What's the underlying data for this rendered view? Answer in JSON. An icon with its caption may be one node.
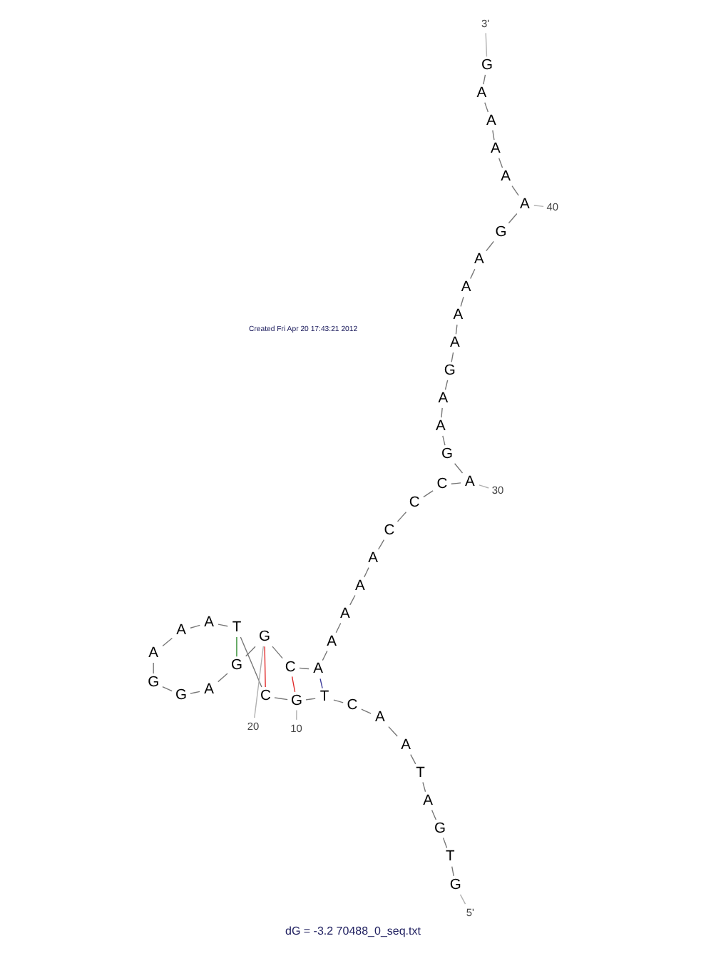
{
  "diagram": {
    "caption": "dG = -3.2 70488_0_seq.txt",
    "nodes": [
      {
        "text": [
          "G"
        ]
      },
      {
        "text": [
          "T"
        ]
      },
      {
        "text": [
          "G"
        ]
      },
      {
        "text": [
          "A"
        ]
      },
      {
        "text": [
          "T"
        ]
      },
      {
        "text": [
          "A"
        ]
      },
      {
        "text": [
          "A"
        ]
      },
      {
        "text": [
          "C"
        ]
      },
      {
        "text": [
          "T"
        ]
      },
      {
        "text": [
          "G"
        ]
      },
      {
        "text": [
          "C"
        ]
      },
      {
        "text": [
          "T"
        ]
      },
      {
        "text": [
          "A"
        ]
      },
      {
        "text": [
          "A"
        ]
      },
      {
        "text": [
          "A"
        ]
      },
      {
        "text": [
          "G"
        ]
      },
      {
        "text": [
          "G"
        ]
      },
      {
        "text": [
          "A"
        ]
      },
      {
        "text": [
          "G"
        ]
      },
      {
        "text": [
          "G"
        ]
      },
      {
        "text": [
          "C"
        ]
      },
      {
        "text": [
          "A"
        ]
      },
      {
        "text": [
          "A"
        ]
      },
      {
        "text": [
          "A"
        ]
      },
      {
        "text": [
          "A"
        ]
      },
      {
        "text": [
          "A"
        ]
      },
      {
        "text": [
          "C"
        ]
      },
      {
        "text": [
          "C"
        ]
      },
      {
        "text": [
          "C"
        ]
      },
      {
        "text": [
          "A"
        ]
      },
      {
        "text": [
          "G"
        ]
      },
      {
        "text": [
          "A"
        ]
      },
      {
        "text": [
          "A"
        ]
      },
      {
        "text": [
          "G"
        ]
      },
      {
        "text": [
          "A"
        ]
      },
      {
        "text": [
          "A"
        ]
      },
      {
        "text": [
          "A"
        ]
      },
      {
        "text": [
          "A"
        ]
      },
      {
        "text": [
          "G"
        ]
      },
      {
        "text": [
          "A"
        ]
      },
      {
        "text": [
          "A"
        ]
      },
      {
        "text": [
          "A"
        ]
      },
      {
        "text": [
          "A"
        ]
      },
      {
        "text": [
          "A"
        ]
      },
      {
        "text": [
          "G"
        ]
      },
      {
        "text": [
          "20"
        ]
      },
      {
        "text": [
          "10"
        ]
      },
      {
        "text": [
          "30"
        ]
      },
      {
        "text": [
          "40"
        ]
      },
      {
        "text": [
          "5'"
        ]
      },
      {
        "text": [
          "3'"
        ]
      }
    ],
    "edges": [
      {
        "from": 0,
        "to": 1,
        "arrow": "none"
      },
      {
        "from": 1,
        "to": 2,
        "arrow": "none"
      },
      {
        "from": 2,
        "to": 3,
        "arrow": "none"
      },
      {
        "from": 3,
        "to": 4,
        "arrow": "none"
      },
      {
        "from": 4,
        "to": 5,
        "arrow": "none"
      },
      {
        "from": 5,
        "to": 6,
        "arrow": "none"
      },
      {
        "from": 6,
        "to": 7,
        "arrow": "none"
      },
      {
        "from": 7,
        "to": 8,
        "arrow": "none"
      },
      {
        "from": 8,
        "to": 9,
        "arrow": "none"
      },
      {
        "from": 9,
        "to": 10,
        "arrow": "none"
      },
      {
        "from": 10,
        "to": 11,
        "arrow": "none"
      },
      {
        "from": 11,
        "to": 12,
        "arrow": "none"
      },
      {
        "from": 12,
        "to": 13,
        "arrow": "none"
      },
      {
        "from": 13,
        "to": 14,
        "arrow": "none"
      },
      {
        "from": 14,
        "to": 15,
        "arrow": "none"
      },
      {
        "from": 15,
        "to": 16,
        "arrow": "none"
      },
      {
        "from": 16,
        "to": 17,
        "arrow": "none"
      },
      {
        "from": 17,
        "to": 18,
        "arrow": "none"
      },
      {
        "from": 18,
        "to": 19,
        "arrow": "none"
      },
      {
        "from": 19,
        "to": 20,
        "arrow": "none"
      },
      {
        "from": 20,
        "to": 21,
        "arrow": "none"
      },
      {
        "from": 21,
        "to": 22,
        "arrow": "none"
      },
      {
        "from": 22,
        "to": 23,
        "arrow": "none"
      },
      {
        "from": 23,
        "to": 24,
        "arrow": "none"
      },
      {
        "from": 24,
        "to": 25,
        "arrow": "none"
      },
      {
        "from": 25,
        "to": 26,
        "arrow": "none"
      },
      {
        "from": 26,
        "to": 27,
        "arrow": "none"
      },
      {
        "from": 27,
        "to": 28,
        "arrow": "none"
      },
      {
        "from": 28,
        "to": 29,
        "arrow": "none"
      },
      {
        "from": 29,
        "to": 30,
        "arrow": "none"
      },
      {
        "from": 30,
        "to": 31,
        "arrow": "none"
      },
      {
        "from": 31,
        "to": 32,
        "arrow": "none"
      },
      {
        "from": 32,
        "to": 33,
        "arrow": "none"
      },
      {
        "from": 33,
        "to": 34,
        "arrow": "none"
      },
      {
        "from": 34,
        "to": 35,
        "arrow": "none"
      },
      {
        "from": 35,
        "to": 36,
        "arrow": "none"
      },
      {
        "from": 36,
        "to": 37,
        "arrow": "none"
      },
      {
        "from": 37,
        "to": 38,
        "arrow": "none"
      },
      {
        "from": 38,
        "to": 39,
        "arrow": "none"
      },
      {
        "from": 39,
        "to": 40,
        "arrow": "none"
      },
      {
        "from": 40,
        "to": 41,
        "arrow": "none"
      },
      {
        "from": 41,
        "to": 42,
        "arrow": "none"
      },
      {
        "from": 42,
        "to": 43,
        "arrow": "none"
      },
      {
        "from": 43,
        "to": 44,
        "arrow": "none"
      },
      {
        "from": 8,
        "to": 21,
        "arrow": "none",
        "color": "#3a3a9a"
      },
      {
        "from": 9,
        "to": 20,
        "arrow": "none",
        "color": "#e02828"
      },
      {
        "from": 10,
        "to": 19,
        "arrow": "none",
        "color": "#e02828"
      },
      {
        "from": 11,
        "to": 18,
        "arrow": "none",
        "color": "#2e8b2e"
      },
      {
        "from": 45,
        "to": 19,
        "arrow": "none",
        "color": "#b0b0b0"
      },
      {
        "from": 46,
        "to": 9,
        "arrow": "none",
        "color": "#b0b0b0"
      },
      {
        "from": 47,
        "to": 29,
        "arrow": "none",
        "color": "#b0b0b0"
      },
      {
        "from": 48,
        "to": 39,
        "arrow": "none",
        "color": "#b0b0b0"
      },
      {
        "from": 49,
        "to": 0,
        "arrow": "none",
        "color": "#b0b0b0"
      },
      {
        "from": 50,
        "to": 44,
        "arrow": "none",
        "color": "#b0b0b0"
      }
    ],
    "labels": [
      "Created Fri Apr 20 17:43:21 2012"
    ]
  }
}
